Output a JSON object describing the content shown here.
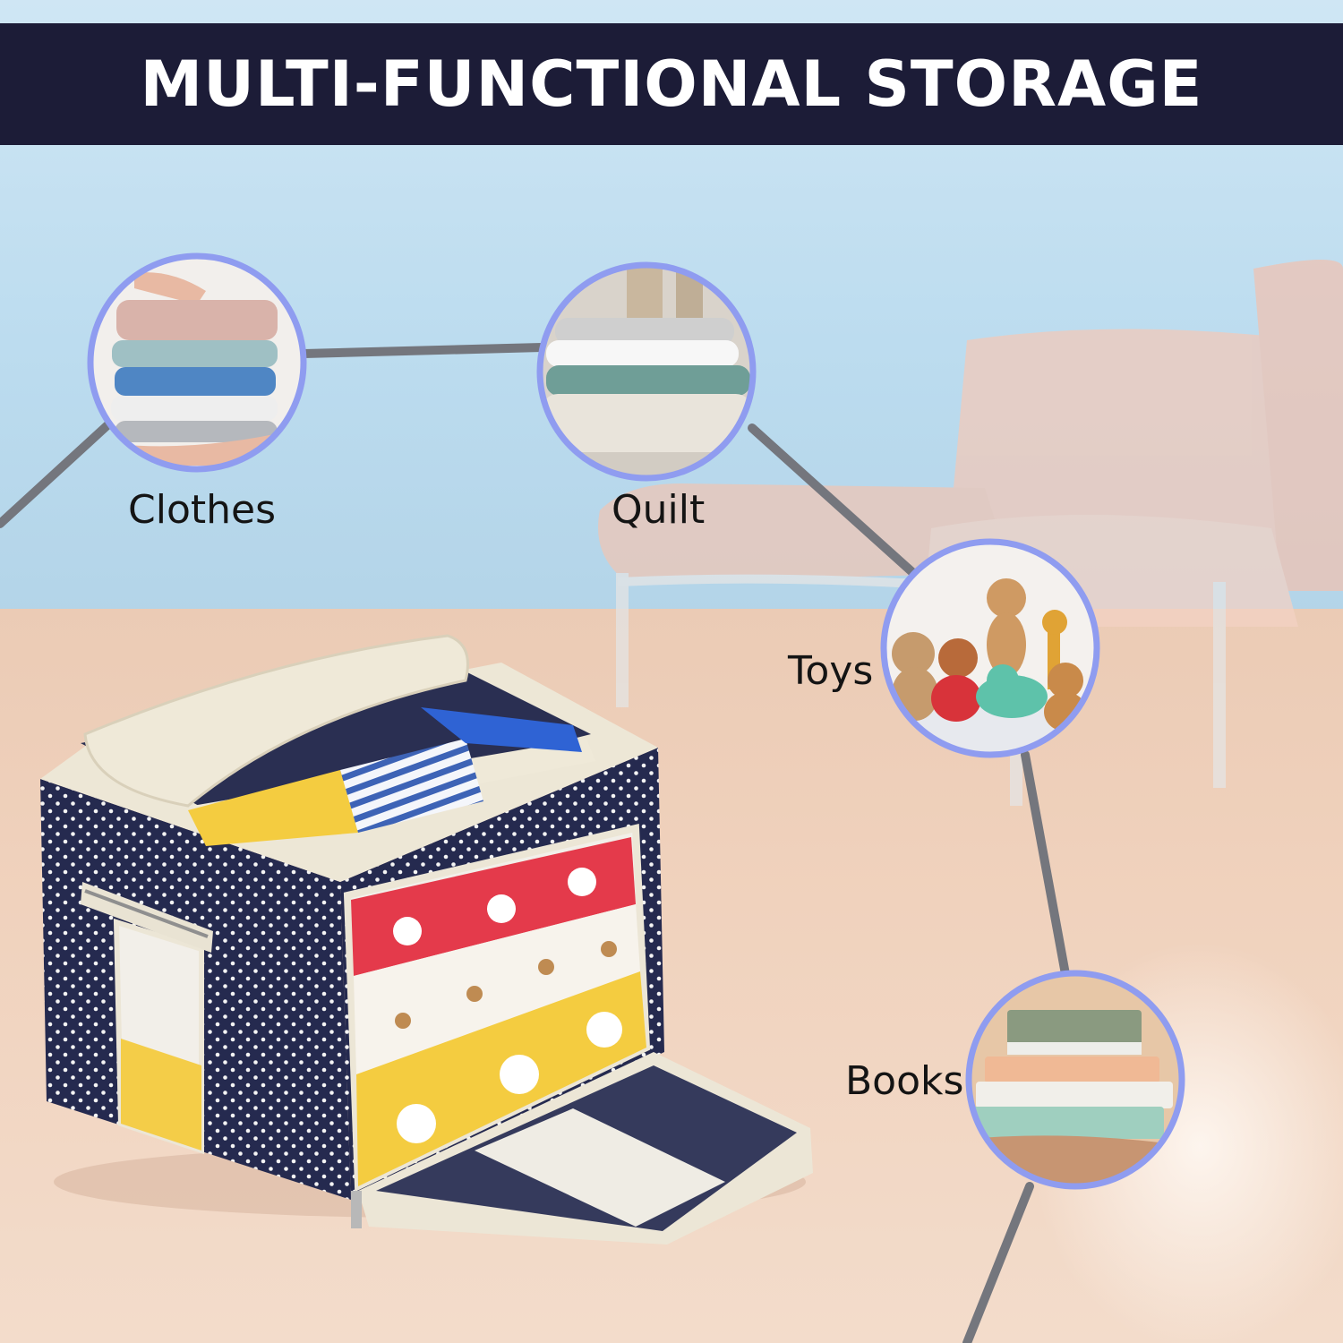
{
  "banner": {
    "title": "MULTI-FUNCTIONAL STORAGE"
  },
  "categories": [
    {
      "label": "Clothes",
      "icon": "folded-clothes-icon"
    },
    {
      "label": "Quilt",
      "icon": "folded-quilt-icon"
    },
    {
      "label": "Toys",
      "icon": "stuffed-toys-icon"
    },
    {
      "label": "Books",
      "icon": "book-stack-icon"
    }
  ],
  "colors": {
    "banner": "#1c1c37",
    "circle_ring": "#8f9cf0",
    "connector": "#74767d",
    "box_body": "#252a4f"
  }
}
